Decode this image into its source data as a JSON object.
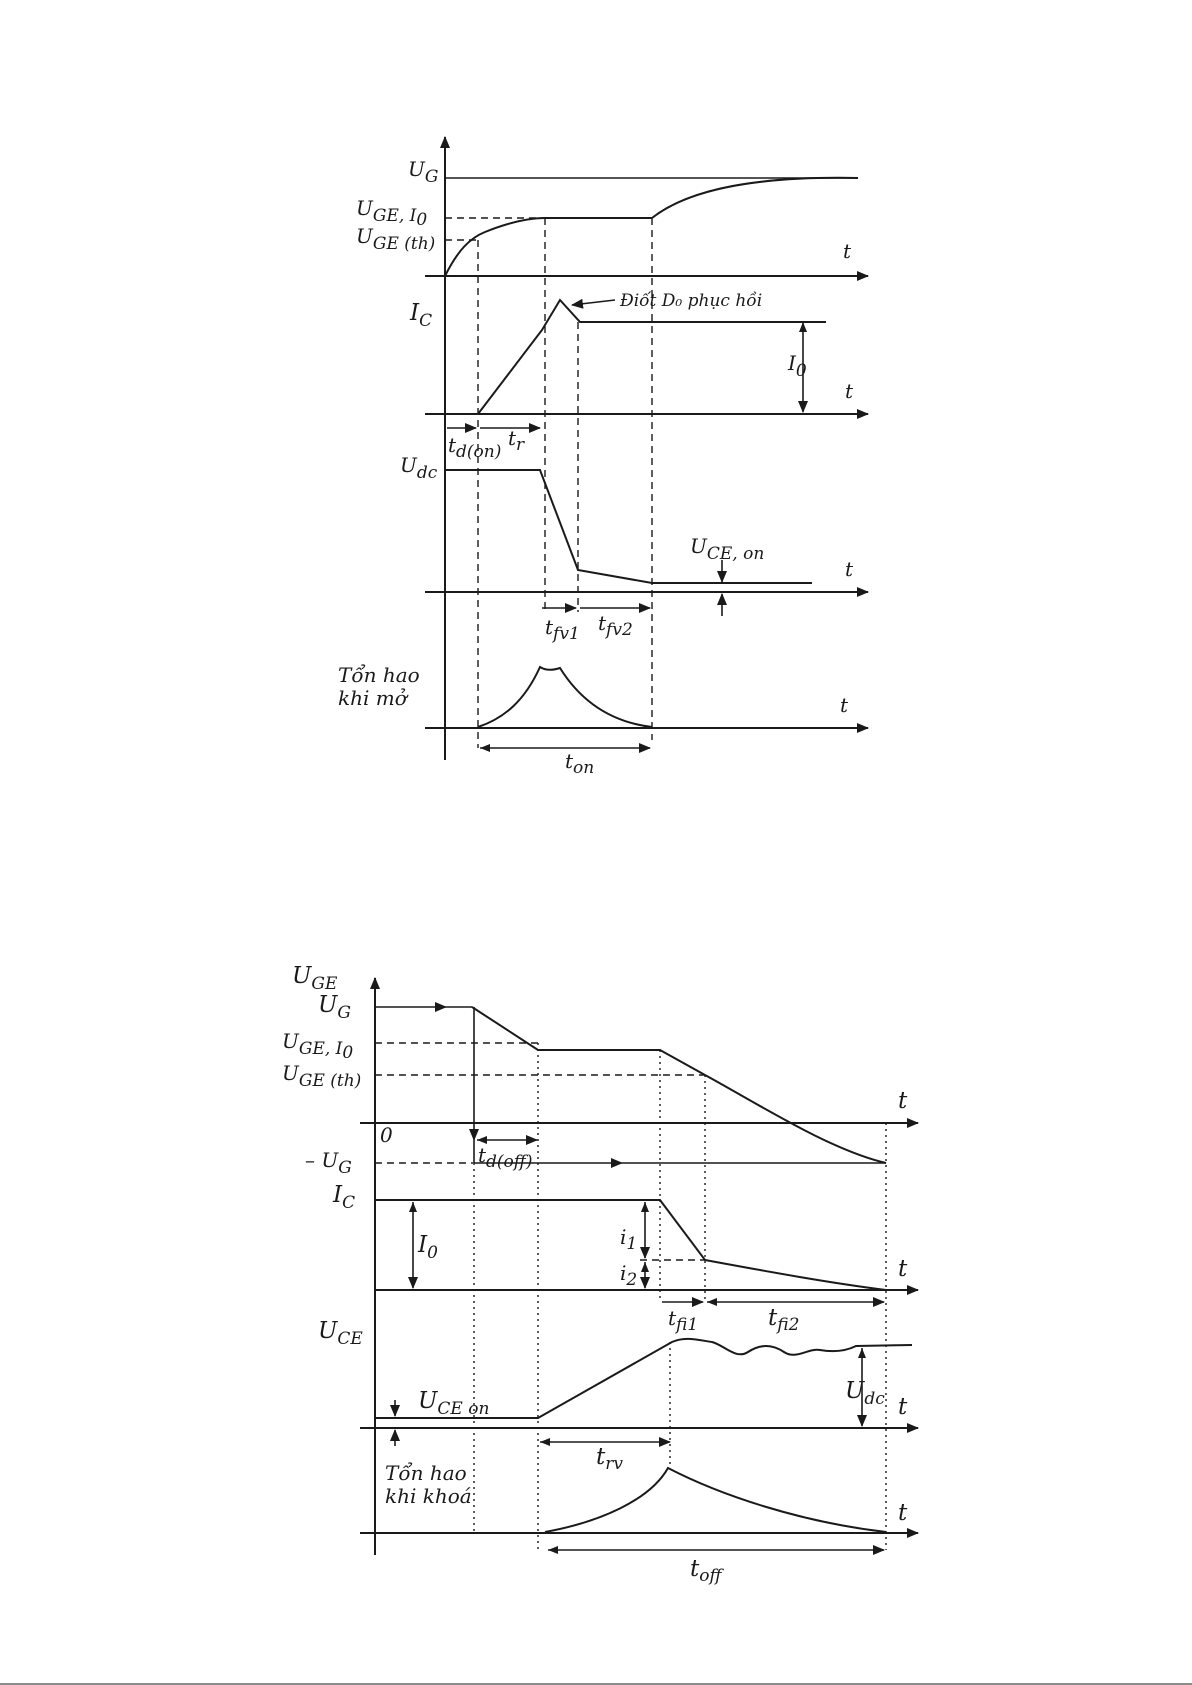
{
  "turn_on": {
    "axis_t": "t",
    "ug": "U",
    "ug_sub": "G",
    "uge_io": "U",
    "uge_io_sub": "GE, I",
    "uge_io_sub2": "0",
    "uge_th": "U",
    "uge_th_sub": "GE (th)",
    "ic": "I",
    "ic_sub": "C",
    "diode_note": "Điốt D₀ phục hồi",
    "io": "I",
    "io_sub": "0",
    "td_on": "t",
    "td_on_sub": "d(on)",
    "tr": "t",
    "tr_sub": "r",
    "udc": "U",
    "udc_sub": "dc",
    "uce_on": "U",
    "uce_on_sub": "CE, on",
    "tfv1": "t",
    "tfv1_sub": "fv1",
    "tfv2": "t",
    "tfv2_sub": "fv2",
    "loss_line1": "Tổn hao",
    "loss_line2": "khi mở",
    "ton": "t",
    "ton_sub": "on"
  },
  "turn_off": {
    "axis_t": "t",
    "uge_axis": "U",
    "uge_axis_sub": "GE",
    "ug": "U",
    "ug_sub": "G",
    "uge_io": "U",
    "uge_io_sub": "GE, I",
    "uge_io_sub2": "0",
    "uge_th": "U",
    "uge_th_sub": "GE (th)",
    "zero": "0",
    "minus_ug": "– U",
    "minus_ug_sub": "G",
    "td_off": "t",
    "td_off_sub": "d(off)",
    "ic": "I",
    "ic_sub": "C",
    "io": "I",
    "io_sub": "0",
    "i1": "i",
    "i1_sub": "1",
    "i2": "i",
    "i2_sub": "2",
    "tfi1": "t",
    "tfi1_sub": "fi1",
    "tfi2": "t",
    "tfi2_sub": "fi2",
    "uce": "U",
    "uce_sub": "CE",
    "uce_on": "U",
    "uce_on_sub": "CE on",
    "udc": "U",
    "udc_sub": "dc",
    "trv": "t",
    "trv_sub": "rv",
    "loss_line1": "Tổn hao",
    "loss_line2": "khi khoá",
    "toff": "t",
    "toff_sub": "off"
  }
}
